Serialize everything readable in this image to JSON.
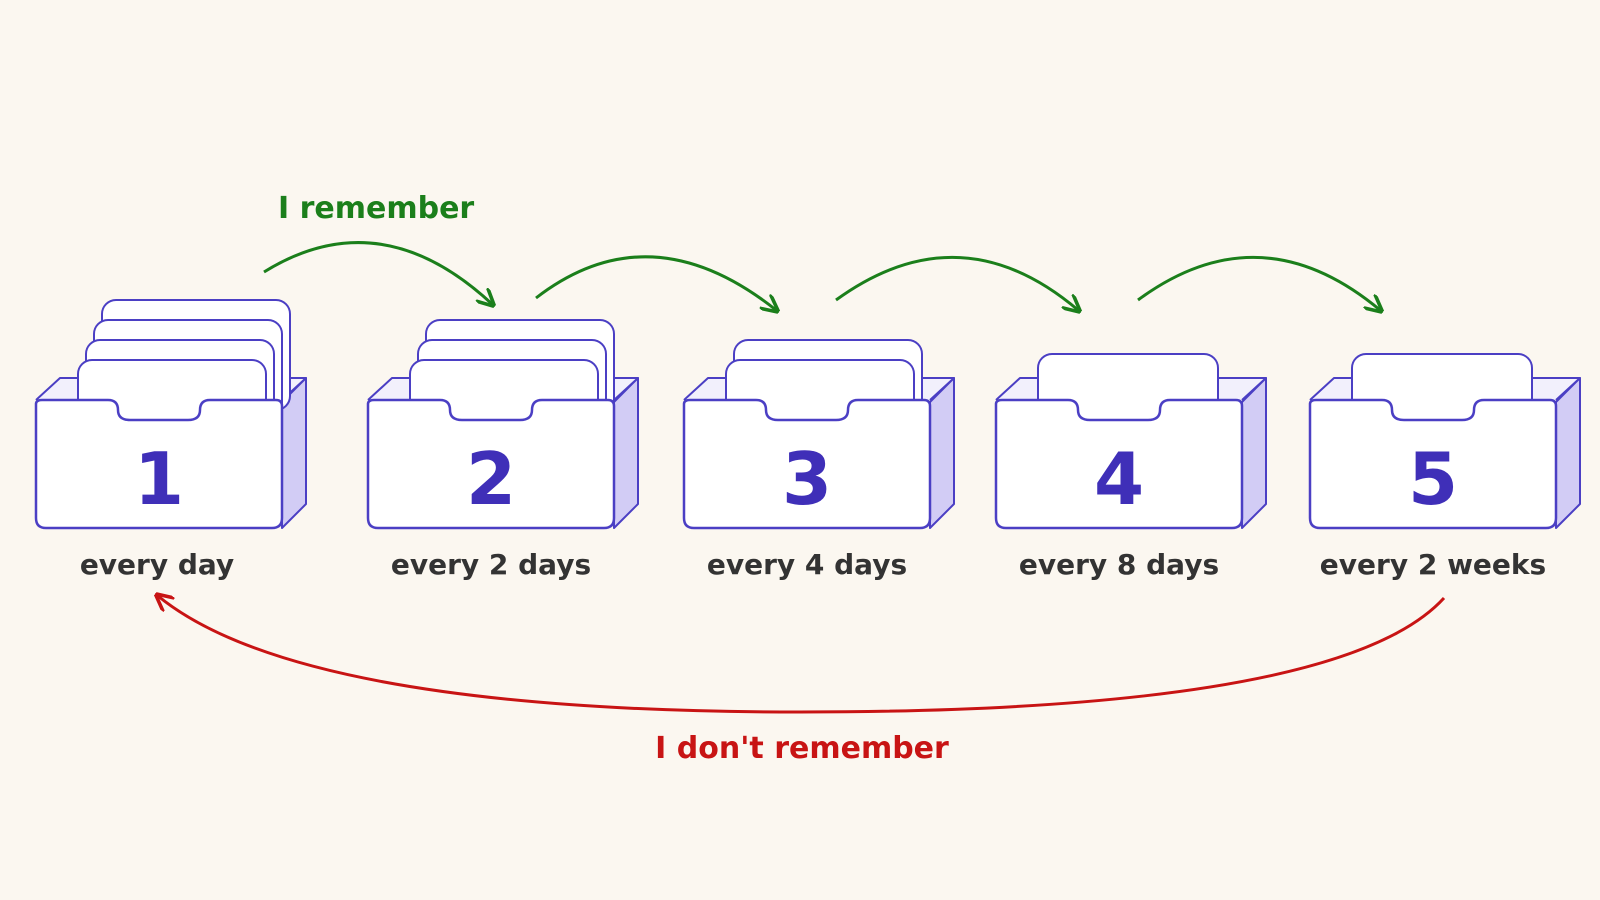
{
  "colors": {
    "background": "#fbf7f0",
    "box_stroke": "#4b3fc4",
    "box_side": "#d2ccf5",
    "box_front": "#ffffff",
    "card_fill": "#ffffff",
    "number": "#3f2fb8",
    "label_text": "#333333",
    "remember": "#1b7f1b",
    "forget": "#c81414"
  },
  "labels": {
    "remember": "I remember",
    "dont_remember": "I don't remember"
  },
  "boxes": [
    {
      "number": "1",
      "label": "every day",
      "cards": 4
    },
    {
      "number": "2",
      "label": "every 2 days",
      "cards": 3
    },
    {
      "number": "3",
      "label": "every 4 days",
      "cards": 2
    },
    {
      "number": "4",
      "label": "every 8 days",
      "cards": 1
    },
    {
      "number": "5",
      "label": "every 2 weeks",
      "cards": 1
    }
  ],
  "icons": {
    "box": "card-box-icon",
    "card": "flashcard-icon",
    "forward_arrow": "curved-arrow-right-icon",
    "back_arrow": "curved-arrow-left-icon"
  }
}
